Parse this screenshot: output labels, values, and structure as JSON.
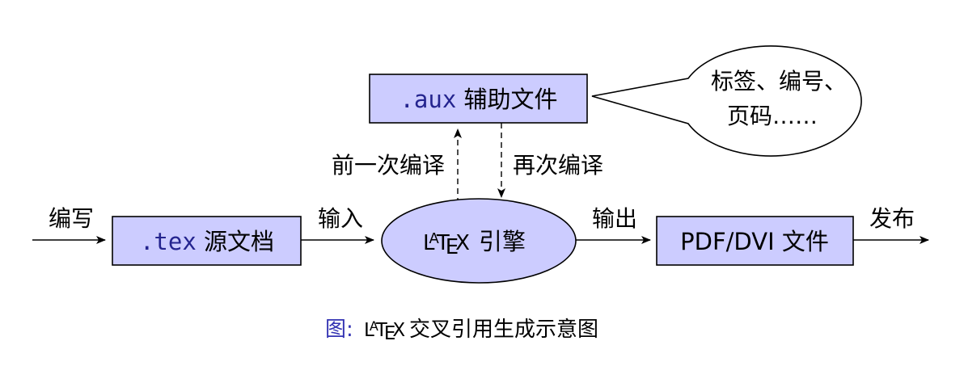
{
  "colors": {
    "node_fill": "#ccccff",
    "code_text": "#24248f",
    "caption_prefix": "#3333b3",
    "stroke": "#000000"
  },
  "nodes": {
    "tex_source": {
      "code": ".tex",
      "label": "源文档"
    },
    "aux_file": {
      "code": ".aux",
      "label": "辅助文件"
    },
    "engine": {
      "logo": "LaTeX",
      "label": "引擎"
    },
    "output": {
      "label": "PDF/DVI 文件"
    },
    "callout": {
      "line1": "标签、编号、",
      "line2": "页码……"
    }
  },
  "edges": {
    "write": "编写",
    "input": "输入",
    "output": "输出",
    "publish": "发布",
    "previous_compile": "前一次编译",
    "recompile": "再次编译"
  },
  "caption": {
    "prefix": "图:",
    "logo": "LaTeX",
    "text": "交叉引用生成示意图"
  }
}
